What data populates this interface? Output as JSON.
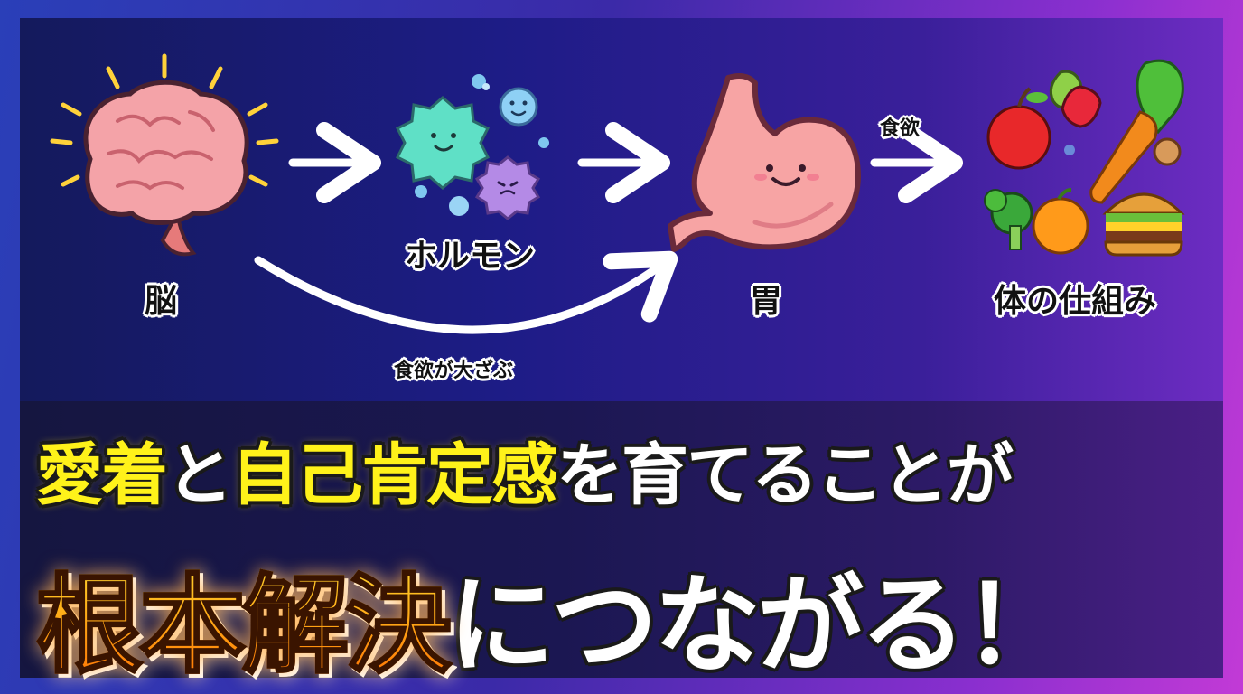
{
  "diagram": {
    "labels": {
      "brain": "脳",
      "hormone": "ホルモン",
      "stomach": "胃",
      "body_system": "体の仕組み",
      "appetite": "食欲",
      "appetite_big": "食欲が大ざぶ"
    }
  },
  "headline": {
    "line1": [
      {
        "text": "愛着",
        "style": "yellow"
      },
      {
        "text": "と",
        "style": "white"
      },
      {
        "text": "自己肯定感",
        "style": "yellow"
      },
      {
        "text": "を育てることが",
        "style": "white"
      }
    ],
    "line2": [
      {
        "text": "根本解決",
        "style": "orange"
      },
      {
        "text": "につながる！",
        "style": "white"
      }
    ]
  },
  "colors": {
    "accent_yellow": "#fff21a",
    "accent_orange": "#ff8c00",
    "arrow": "#ffffff"
  },
  "icons": [
    "brain-icon",
    "hormone-cells-icon",
    "stomach-icon",
    "food-icon"
  ]
}
